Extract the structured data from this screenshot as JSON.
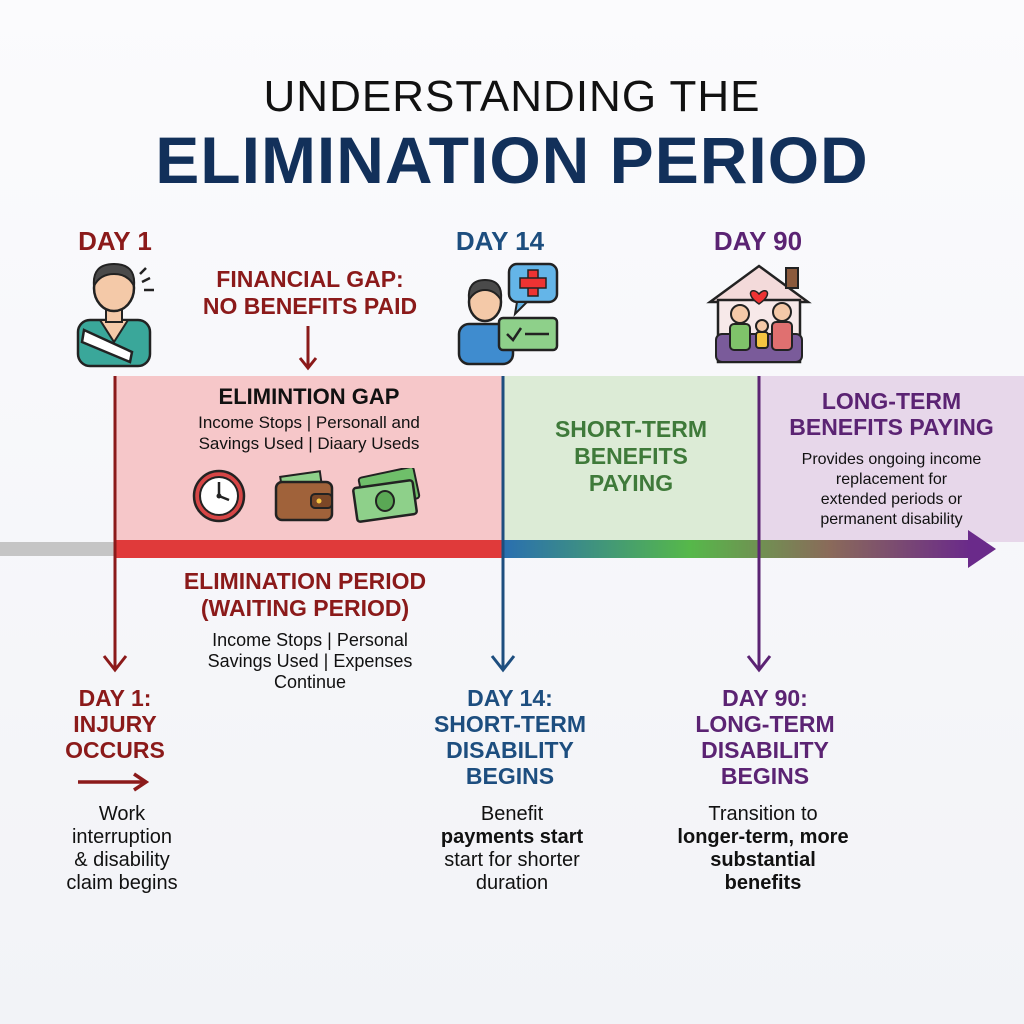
{
  "title": {
    "line1": "UNDERSTANDING THE",
    "line2": "ELIMINATION PERIOD"
  },
  "colors": {
    "red": "#8b1a1a",
    "blue": "#1d4e7f",
    "purple": "#5b2373",
    "green": "#3f7a3a",
    "navy": "#12305a"
  },
  "markers": [
    {
      "top_label": "DAY 1",
      "icon": "injured-person-icon"
    },
    {
      "top_label": "DAY 14",
      "icon": "doctor-with-medical-check-icon"
    },
    {
      "top_label": "DAY 90",
      "icon": "family-home-icon"
    }
  ],
  "financial_gap": {
    "line1": "FINANCIAL GAP:",
    "line2": "NO BENEFITS PAID"
  },
  "gap_panel": {
    "title": "ELIMINTION GAP",
    "line1": "Income Stops | Personall and",
    "line2": "Savings Used | Diaary Useds",
    "icons": [
      "clock-icon",
      "wallet-icon",
      "money-icon"
    ]
  },
  "short_panel": {
    "lines": [
      "SHORT-TERM",
      "BENEFITS",
      "PAYING"
    ]
  },
  "long_panel": {
    "title1": "LONG-TERM",
    "title2": "BENEFITS PAYING",
    "desc": [
      "Provides ongoing income",
      "replacement for",
      "extended periods or",
      "permanent disability"
    ]
  },
  "elimination_period": {
    "title1": "ELIMINATION PERIOD",
    "title2": "(WAITING PERIOD)",
    "desc": [
      "Income Stops | Personal",
      "Savings Used | Expenses",
      "Continue"
    ]
  },
  "milestones": [
    {
      "title": [
        "DAY 1:",
        "INJURY",
        "OCCURS"
      ],
      "desc": [
        "Work",
        "interruption",
        "& disability",
        "claim begins"
      ]
    },
    {
      "title": [
        "DAY 14:",
        "SHORT-TERM",
        "DISABILITY",
        "BEGINS"
      ],
      "desc": [
        "Benefit",
        "payments start",
        "start for shorter",
        "duration"
      ]
    },
    {
      "title": [
        "DAY 90:",
        "LONG-TERM",
        "DISABILITY",
        "BEGINS"
      ],
      "desc": [
        "Transition to",
        "longer-term, more",
        "substantial",
        "benefits"
      ]
    }
  ]
}
